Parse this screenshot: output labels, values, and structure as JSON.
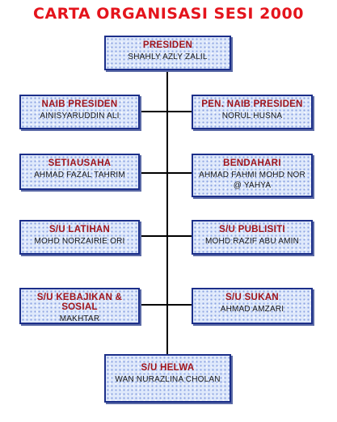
{
  "title": "CARTA ORGANISASI SESI 2000",
  "presiden": {
    "role": "PRESIDEN",
    "name": "SHAHLY AZLY ZALIL"
  },
  "naib_presiden": {
    "role": "NAIB PRESIDEN",
    "name": "AINISYARUDDIN ALI"
  },
  "pen_naib_presiden": {
    "role": "PEN.  NAIB PRESIDEN",
    "name": "NORUL HUSNA"
  },
  "setiausaha": {
    "role": "SETIAUSAHA",
    "name": "AHMAD FAZAL TAHRIM"
  },
  "bendahari": {
    "role": "BENDAHARI",
    "name_line1": "AHMAD FAHMI MOHD NOR",
    "name_line2": "@ YAHYA"
  },
  "su_latihan": {
    "role": "S/U LATIHAN",
    "name": "MOHD NORZAIRIE ORI"
  },
  "su_publisiti": {
    "role": "S/U PUBLISITI",
    "name": "MOHD RAZIF ABU AMIN"
  },
  "su_kebajikan": {
    "role": "S/U KEBAJIKAN & SOSIAL",
    "name": "MAKHTAR"
  },
  "su_sukan": {
    "role": "S/U SUKAN",
    "name": "AHMAD AMZARI"
  },
  "su_helwa": {
    "role": "S/U HELWA",
    "name": "WAN NURAZLINA CHOLAN"
  }
}
